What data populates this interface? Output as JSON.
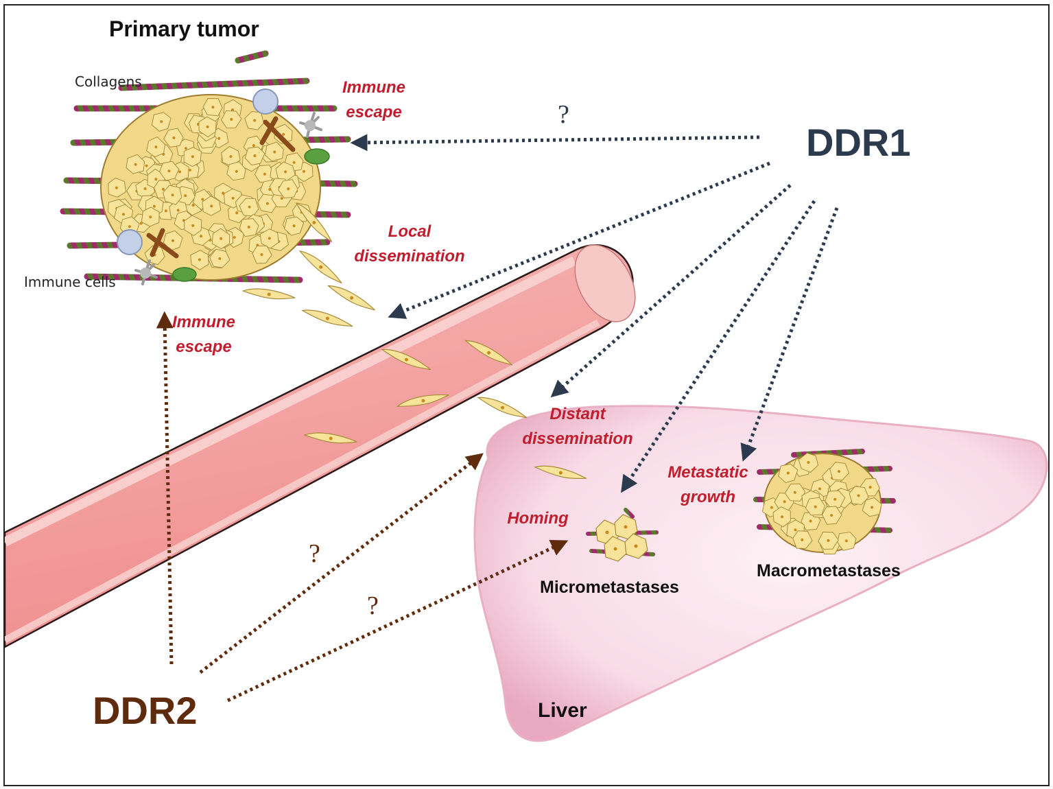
{
  "labels": {
    "primary_tumor": "Primary tumor",
    "collagens": "Collagens",
    "immune_cells": "Immune cells",
    "ddr1": "DDR1",
    "ddr2": "DDR2",
    "liver": "Liver",
    "micrometastases": "Micrometastases",
    "macrometastases": "Macrometastases",
    "immune_escape_1_line1": "Immune",
    "immune_escape_1_line2": "escape",
    "immune_escape_2_line1": "Immune",
    "immune_escape_2_line2": "escape",
    "local_dissemination_line1": "Local",
    "local_dissemination_line2": "dissemination",
    "distant_dissemination_line1": "Distant",
    "distant_dissemination_line2": "dissemination",
    "metastatic_growth_line1": "Metastatic",
    "metastatic_growth_line2": "growth",
    "homing": "Homing",
    "question_ddr1": "?",
    "question_ddr2_a": "?",
    "question_ddr2_b": "?"
  },
  "colors": {
    "ddr1": "#2c3a4e",
    "ddr2": "#5e2c0c",
    "process_text": "#c01e2e",
    "vessel": "#f29a9c",
    "liver": "#f3c6d6",
    "tumor_cell": "#f7e39a",
    "collagen": "#8a2a5e"
  }
}
